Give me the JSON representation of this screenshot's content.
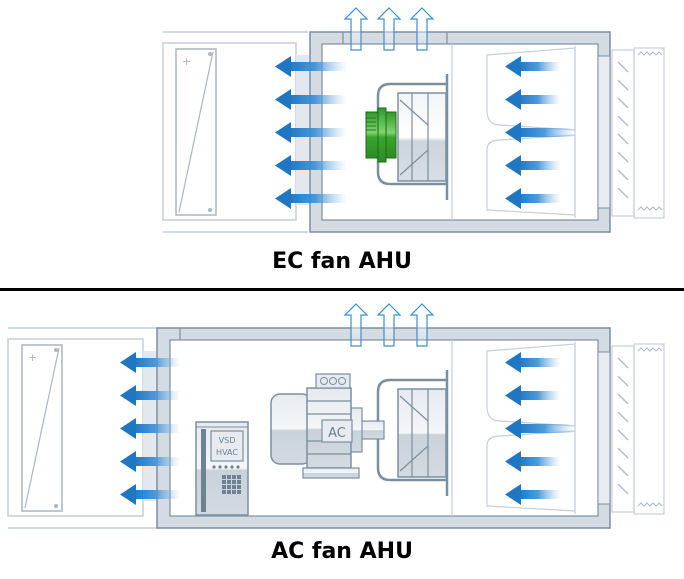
{
  "diagrams": [
    {
      "caption": "EC fan AHU",
      "fan_type": "EC",
      "motor_color": "#3aa52c"
    },
    {
      "caption": "AC fan AHU",
      "fan_type": "AC",
      "motor_label": "AC",
      "drive_label_line1": "VSD",
      "drive_label_line2": "HVAC"
    }
  ],
  "colors": {
    "frame": "#7c8fa0",
    "frame_fill": "#d5dbe2",
    "light_line": "#c5ced8",
    "arrow": "#1f77c4"
  }
}
